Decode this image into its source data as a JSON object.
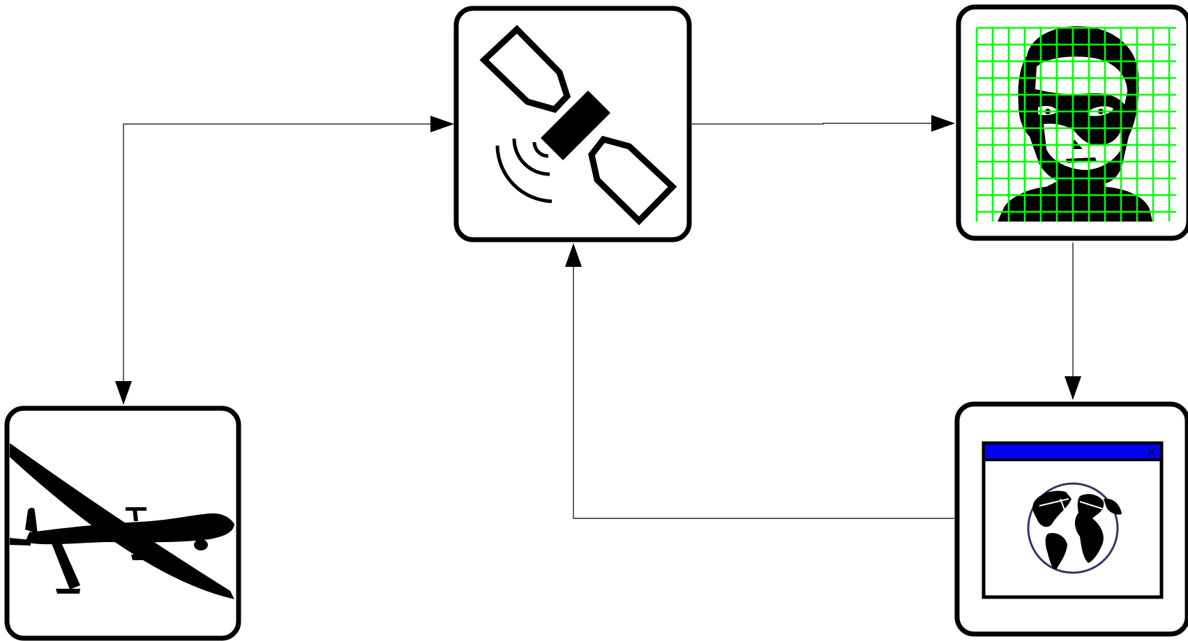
{
  "diagram": {
    "nodes": [
      {
        "id": "drone",
        "icon": "drone-icon"
      },
      {
        "id": "satellite",
        "icon": "satellite-icon"
      },
      {
        "id": "face-recognition",
        "icon": "face-grid-icon",
        "grid_color": "#00ff00"
      },
      {
        "id": "web-browser",
        "icon": "globe-window-icon",
        "titlebar_color": "#0000ff",
        "close_glyph": "✕"
      }
    ],
    "edges": [
      {
        "from": "satellite",
        "to": "drone",
        "bidirectional": true
      },
      {
        "from": "satellite",
        "to": "face-recognition"
      },
      {
        "from": "face-recognition",
        "to": "web-browser"
      },
      {
        "from": "web-browser",
        "to": "satellite"
      }
    ],
    "colors": {
      "stroke": "#000000",
      "background": "#ffffff",
      "grid": "#00ff00",
      "titlebar": "#0000ff",
      "globe_ring": "#333366"
    }
  }
}
